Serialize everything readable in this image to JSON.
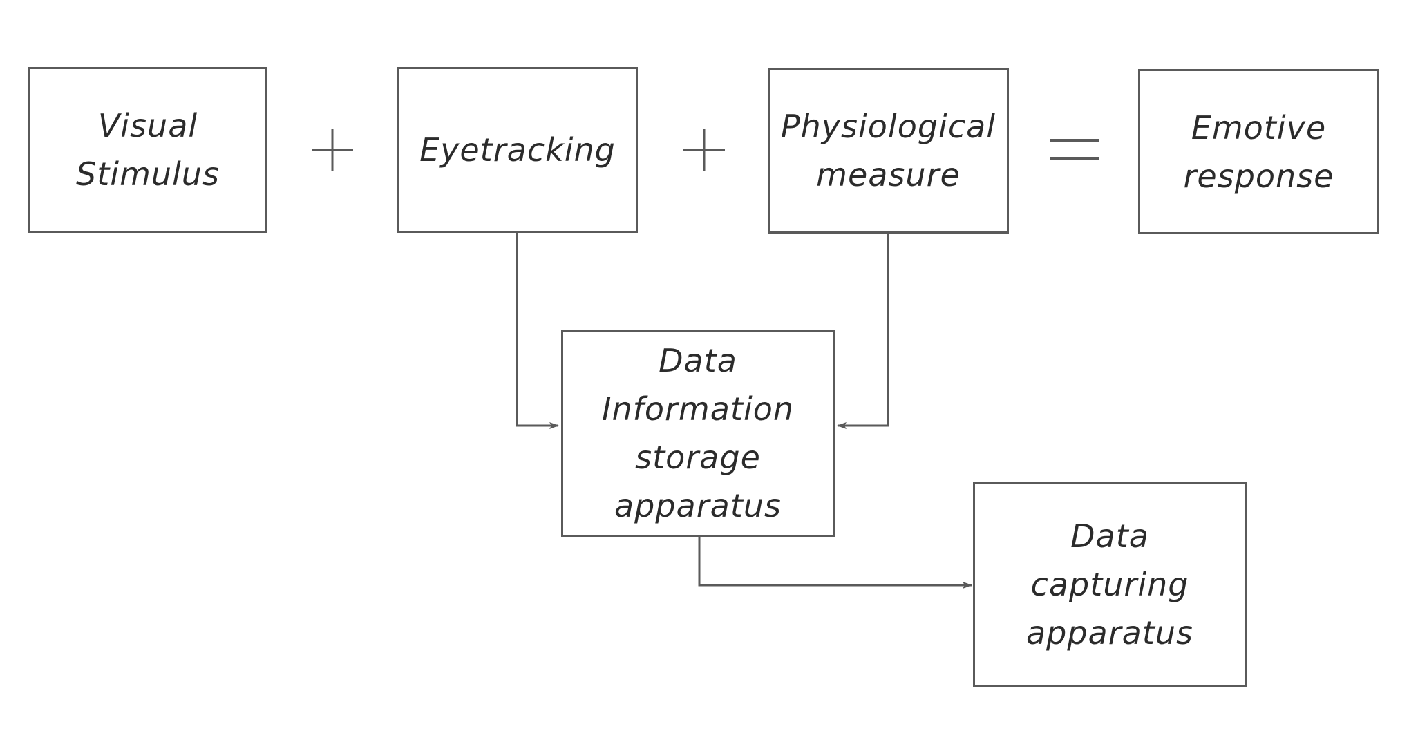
{
  "diagram": {
    "boxes": {
      "visual_stimulus": [
        "Visual",
        "Stimulus"
      ],
      "eyetracking": [
        "Eyetracking"
      ],
      "physiological_measure": [
        "Physiological",
        "measure"
      ],
      "emotive_response": [
        "Emotive",
        "response"
      ],
      "data_storage": [
        "Data",
        "Information",
        "storage",
        "apparatus"
      ],
      "data_capturing": [
        "Data",
        "capturing",
        "apparatus"
      ]
    },
    "operators": [
      "plus",
      "plus",
      "equals"
    ],
    "connections": [
      {
        "from": "eyetracking",
        "to": "data_storage"
      },
      {
        "from": "physiological_measure",
        "to": "data_storage"
      },
      {
        "from": "data_storage",
        "to": "data_capturing"
      }
    ]
  }
}
